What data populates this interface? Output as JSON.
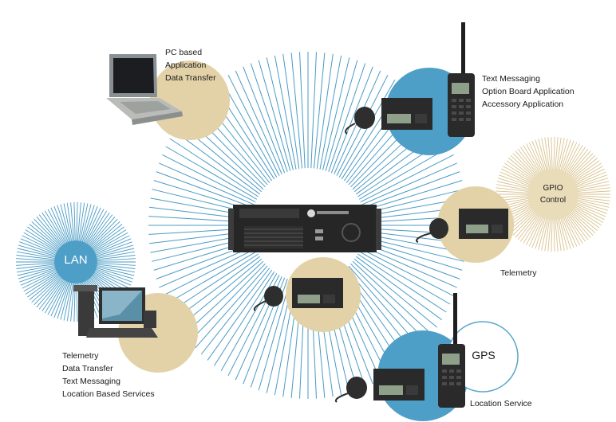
{
  "colors": {
    "ray_blue": "#4a9bc4",
    "disc_tan": "#e3d2a8",
    "disc_blue": "#4e9fc8",
    "ray_tan": "#d8c28e",
    "device_dark": "#2b2b2b"
  },
  "groups": {
    "pc": {
      "lines": [
        "PC based",
        "Application",
        "Data Transfer"
      ]
    },
    "handheld_top": {
      "lines": [
        "Text Messaging",
        "Option Board Application",
        "Accessory Application"
      ]
    },
    "gpio": {
      "lines": [
        "GPIO",
        "Control"
      ]
    },
    "telemetry_right": {
      "lines": [
        "Telemetry"
      ]
    },
    "lan": {
      "label": "LAN"
    },
    "workstation": {
      "lines": [
        "Telemetry",
        "Data Transfer",
        "Text Messaging",
        "Location Based Services"
      ]
    },
    "gps": {
      "label": "GPS",
      "service_label": "Location Service"
    }
  },
  "icons": [
    "laptop-icon",
    "handheld-radio-icon",
    "mobile-radio-icon",
    "microphone-icon",
    "repeater-icon",
    "workstation-icon"
  ]
}
